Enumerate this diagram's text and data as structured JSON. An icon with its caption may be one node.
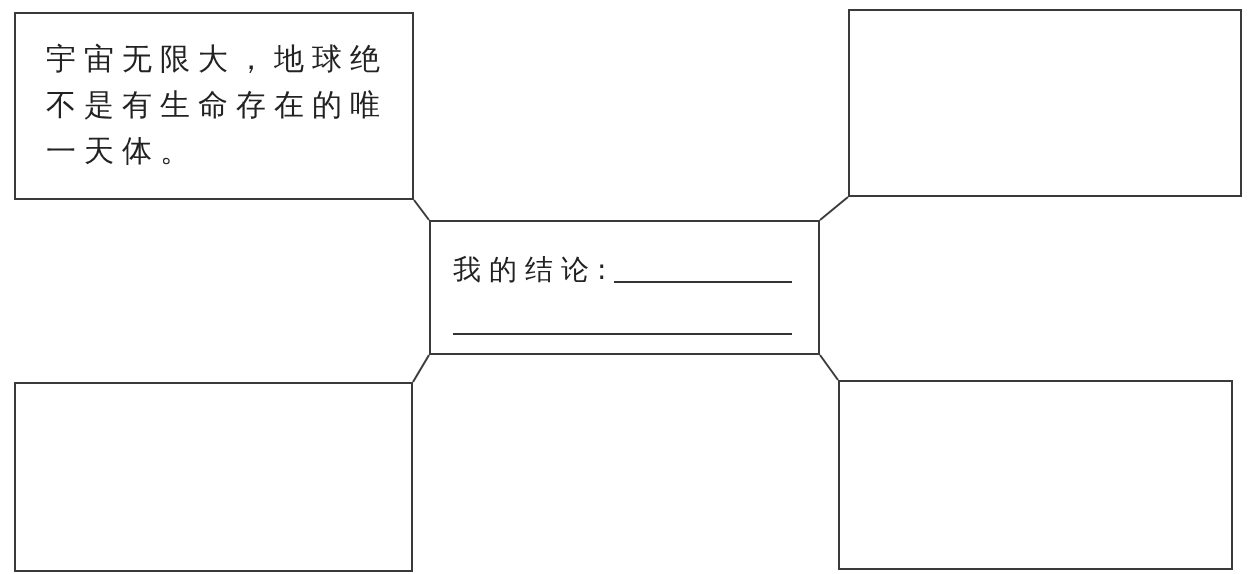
{
  "diagram": {
    "nodes": [
      {
        "text": [
          "宇宙无限大，地球绝不是有生命存在的唯一天体。"
        ]
      },
      {
        "text": [],
        "shape": "box"
      },
      {
        "text": [
          "我的结论:"
        ]
      },
      {
        "text": [],
        "shape": "box"
      },
      {
        "text": [],
        "shape": "box"
      }
    ],
    "edges": [
      {
        "from": 2,
        "to": 0,
        "arrow": "none"
      },
      {
        "from": 2,
        "to": 1,
        "arrow": "none"
      },
      {
        "from": 2,
        "to": 3,
        "arrow": "none"
      },
      {
        "from": 2,
        "to": 4,
        "arrow": "none"
      }
    ]
  }
}
